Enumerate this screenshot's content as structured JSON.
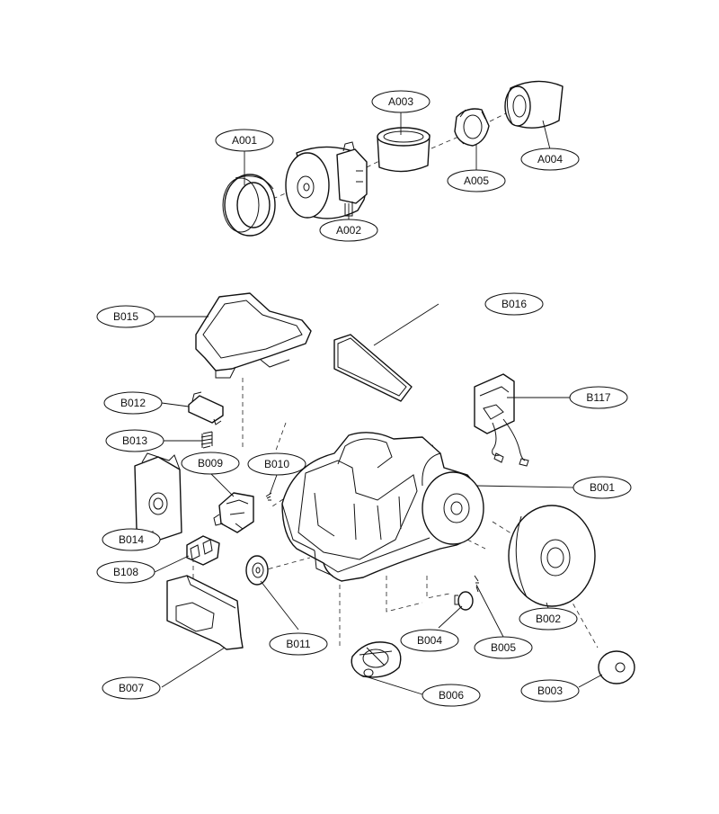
{
  "diagram": {
    "labels": {
      "a001": "A001",
      "a002": "A002",
      "a003": "A003",
      "a004": "A004",
      "a005": "A005",
      "b001": "B001",
      "b002": "B002",
      "b003": "B003",
      "b004": "B004",
      "b005": "B005",
      "b006": "B006",
      "b007": "B007",
      "b009": "B009",
      "b010": "B010",
      "b011": "B011",
      "b012": "B012",
      "b013": "B013",
      "b014": "B014",
      "b015": "B015",
      "b016": "B016",
      "b108": "B108",
      "b117": "B117"
    }
  }
}
